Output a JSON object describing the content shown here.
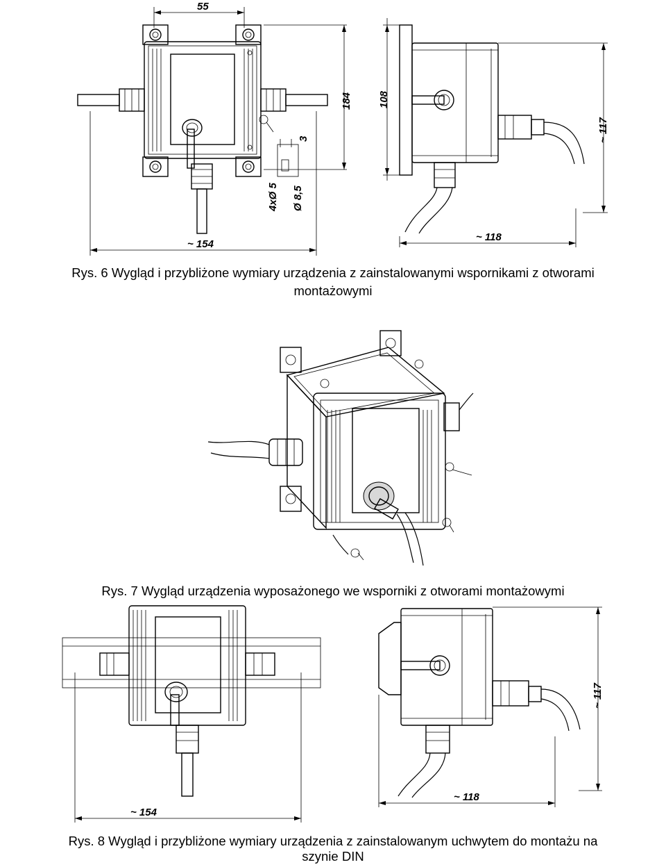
{
  "figures": {
    "fig6": {
      "caption_line1": "Rys. 6 Wygląd i przybliżone wymiary urządzenia z zainstalowanymi wspornikami z otworami",
      "caption_line2": "montażowymi",
      "dims": {
        "top_width": "55",
        "height_184": "184",
        "height_108": "108",
        "depth_117": "~ 117",
        "width_154": "~ 154",
        "depth_118": "~ 118",
        "thickness_3": "3",
        "holes": "4xØ 5",
        "hole_slot": "Ø 8,5"
      }
    },
    "fig7": {
      "caption": "Rys. 7 Wygląd urządzenia wyposażonego we wsporniki z otworami montażowymi"
    },
    "fig8": {
      "caption_line1": "Rys. 8 Wygląd i przybliżone wymiary urządzenia z zainstalowanym uchwytem do montażu na",
      "caption_line2": "szynie DIN",
      "dims": {
        "depth_117": "~ 117",
        "width_154": "~ 154",
        "depth_118": "~ 118"
      }
    }
  }
}
